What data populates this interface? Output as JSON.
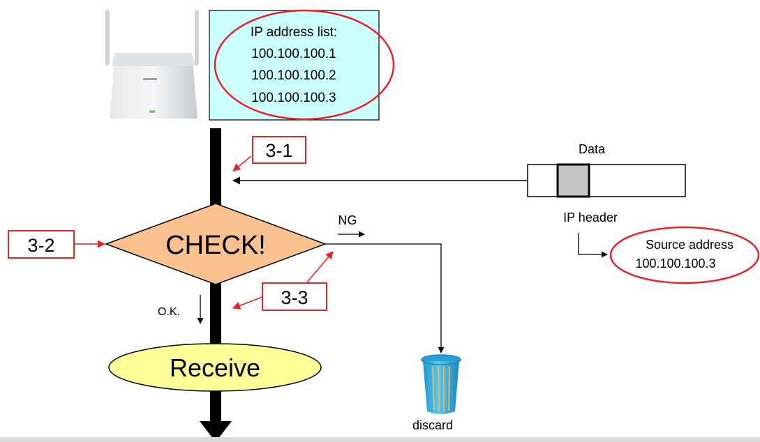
{
  "ip_list": {
    "title": "IP address list:",
    "addresses": [
      "100.100.100.1",
      "100.100.100.2",
      "100.100.100.3"
    ]
  },
  "steps": {
    "s1": "3-1",
    "s2": "3-2",
    "s3": "3-3"
  },
  "decision": {
    "label": "CHECK!",
    "ng": "NG",
    "ok": "O.K."
  },
  "receive": {
    "label": "Receive"
  },
  "packet": {
    "data_label": "Data",
    "header_label": "IP header"
  },
  "source": {
    "label": "Source address",
    "address": "100.100.100.3"
  },
  "discard": {
    "label": "discard"
  },
  "colors": {
    "list_fill": "#ccffff",
    "decision_fill": "#f9c090",
    "receive_fill": "#ffff99",
    "highlight": "#e8222a",
    "bin": "#33b3e8"
  }
}
